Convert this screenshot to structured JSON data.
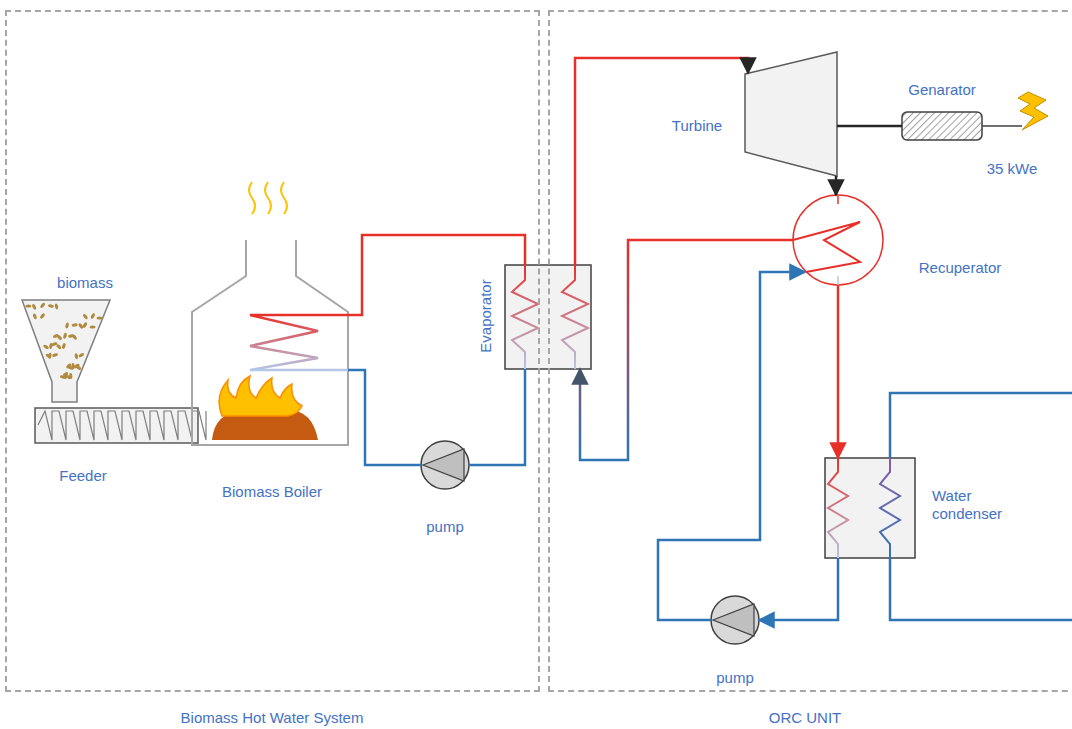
{
  "diagram": {
    "nodes": [
      {
        "text": [
          "Biomass Hot Water System"
        ]
      },
      {
        "text": [
          "ORC UNIT"
        ]
      },
      {
        "text": [
          "biomass"
        ],
        "in": 0
      },
      {
        "text": [
          "Feeder"
        ],
        "in": 0
      },
      {
        "text": [
          "Biomass Boiler"
        ],
        "in": 0
      },
      {
        "text": [
          "pump"
        ],
        "in": 0
      },
      {
        "text": [
          "Evaporator"
        ]
      },
      {
        "text": [
          "Turbine"
        ],
        "in": 1
      },
      {
        "text": [
          "Genarator"
        ],
        "in": 1
      },
      {
        "text": [
          "Recuperator"
        ],
        "in": 1
      },
      {
        "text": [
          "Water condenser"
        ],
        "in": 1
      },
      {
        "text": [
          "pump"
        ],
        "in": 1
      }
    ],
    "edges": [
      {
        "from": 4,
        "to": 6,
        "arrow": "none"
      },
      {
        "from": 6,
        "to": 5,
        "arrow": "none"
      },
      {
        "from": 5,
        "to": 4,
        "arrow": "none"
      },
      {
        "from": 6,
        "to": 7,
        "arrow": "to"
      },
      {
        "from": 7,
        "to": 9,
        "arrow": "to"
      },
      {
        "from": 7,
        "to": 8,
        "arrow": "none"
      },
      {
        "from": 9,
        "to": 10,
        "arrow": "to"
      },
      {
        "from": 10,
        "to": 11,
        "arrow": "to"
      },
      {
        "from": 11,
        "to": 9,
        "arrow": "to"
      },
      {
        "from": 9,
        "to": 6,
        "arrow": "to"
      }
    ],
    "labels": [
      "35 kWe"
    ]
  }
}
